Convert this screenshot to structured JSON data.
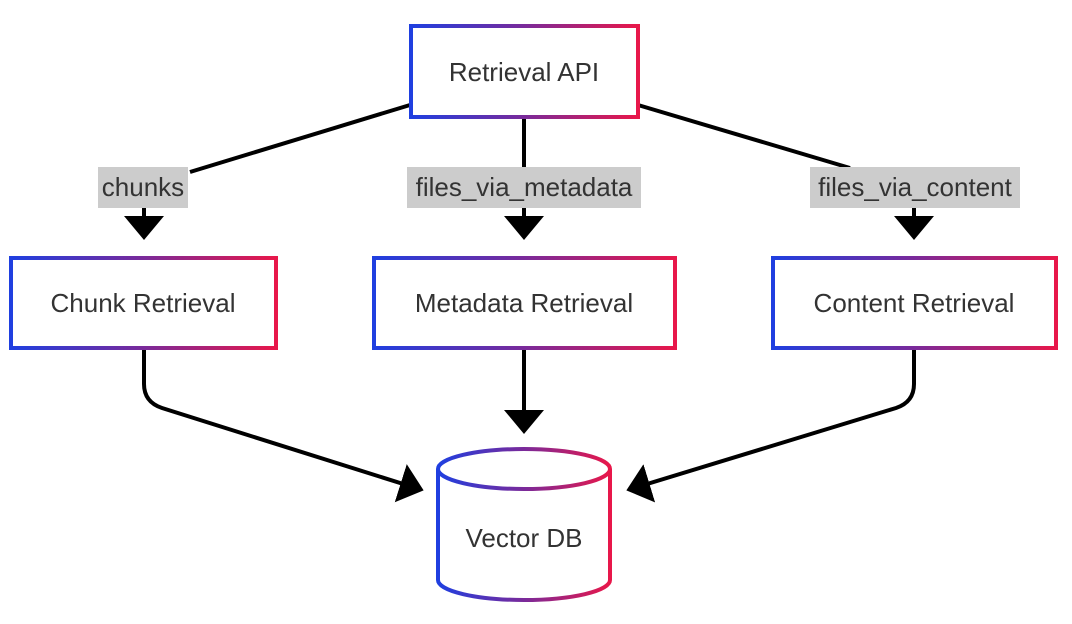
{
  "nodes": {
    "api": "Retrieval API",
    "chunk": "Chunk Retrieval",
    "metadata": "Metadata Retrieval",
    "content": "Content Retrieval",
    "db": "Vector DB"
  },
  "edges": {
    "chunks": "chunks",
    "files_via_metadata": "files_via_metadata",
    "files_via_content": "files_via_content"
  },
  "colors": {
    "gradient_start": "#1f3fe0",
    "gradient_mid": "#7a2a9a",
    "gradient_end": "#e8174a",
    "edge": "#000000",
    "label_background": "#cccccc"
  }
}
